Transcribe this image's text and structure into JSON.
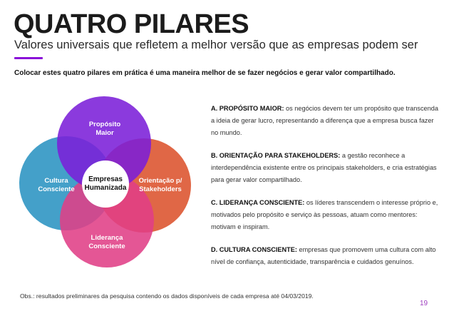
{
  "header": {
    "title": "QUATRO PILARES",
    "subtitle": "Valores universais que refletem a melhor versão que as empresas podem ser",
    "accent_color": "#8a10d8"
  },
  "lead": "Colocar estes quatro pilares em prática é uma maneira melhor de se fazer negócios e gerar valor compartilhado.",
  "diagram": {
    "center": {
      "label_line1": "Empresas",
      "label_line2": "Humanizada",
      "color": "#ffffff"
    },
    "circles": [
      {
        "id": "proposito",
        "line1": "Propósito",
        "line2": "Maior",
        "color": "#7b1fd8"
      },
      {
        "id": "cultura",
        "line1": "Cultura",
        "line2": "Consciente",
        "color": "#3a9bc6"
      },
      {
        "id": "orientacao",
        "line1": "Orientação p/",
        "line2": "Stakeholders",
        "color": "#dd5a36"
      },
      {
        "id": "lideranca",
        "line1": "Liderança",
        "line2": "Consciente",
        "color": "#e03f86"
      }
    ]
  },
  "pillars": [
    {
      "key": "A. PROPÓSITO MAIOR:",
      "text": " os negócios devem ter um propósito que transcenda a ideia de gerar lucro, representando a diferença que a empresa busca fazer no mundo."
    },
    {
      "key": "B. ORIENTAÇÃO PARA STAKEHOLDERS:",
      "text": " a gestão reconhece a interdependência existente entre os principais stakeholders, e cria estratégias para gerar valor compartilhado."
    },
    {
      "key": "C. LIDERANÇA CONSCIENTE:",
      "text": " os líderes transcendem o interesse próprio e, motivados pelo propósito e serviço às pessoas, atuam como mentores: motivam e inspiram."
    },
    {
      "key": "D. CULTURA CONSCIENTE:",
      "text": " empresas que promovem uma cultura com alto nível de confiança, autenticidade, transparência e cuidados genuínos."
    }
  ],
  "footer": {
    "note": "Obs.: resultados preliminares da pesquisa contendo os dados disponíveis de cada empresa até 04/03/2019.",
    "page_number": "19"
  }
}
